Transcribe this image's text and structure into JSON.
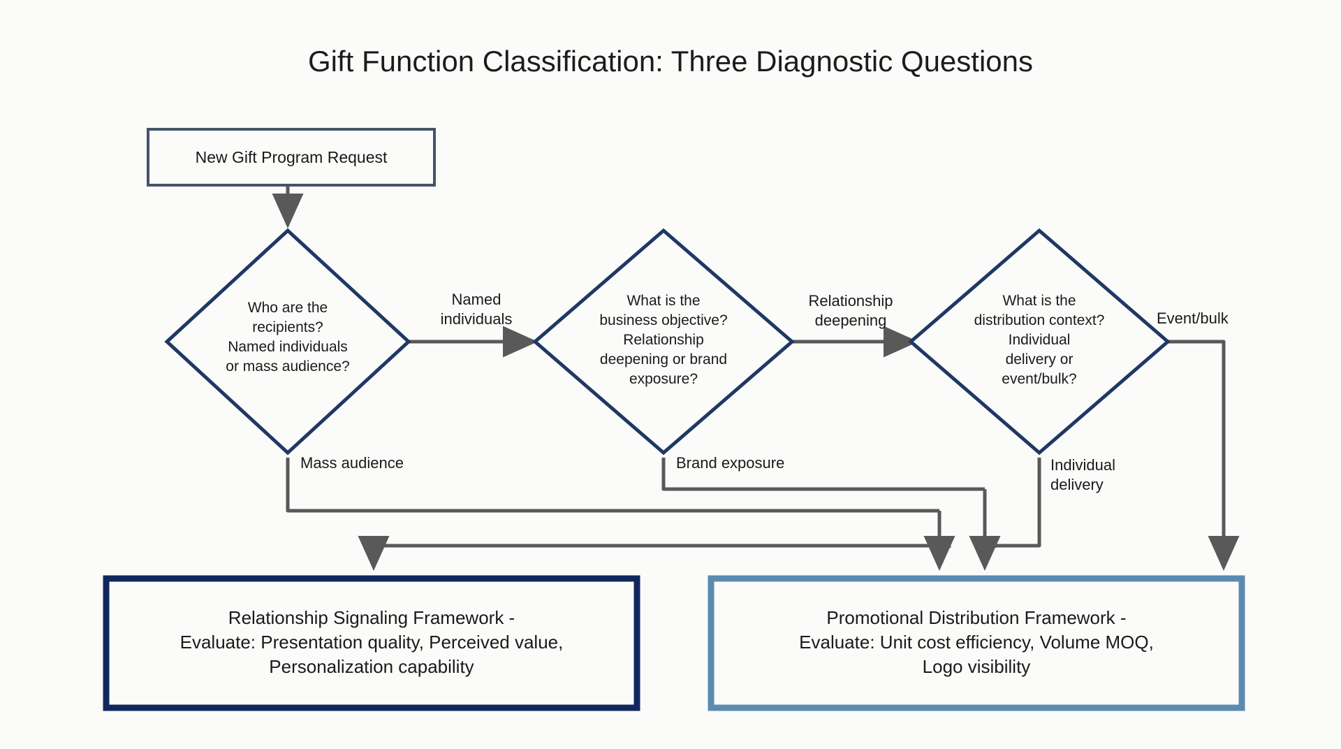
{
  "title": "Gift Function Classification: Three Diagnostic Questions",
  "nodes": {
    "start": {
      "label": "New Gift Program Request"
    },
    "q1": {
      "lines": [
        "Who are the",
        "recipients?",
        "Named individuals",
        "or mass audience?"
      ]
    },
    "q2": {
      "lines": [
        "What is the",
        "business objective?",
        "Relationship",
        "deepening or brand",
        "exposure?"
      ]
    },
    "q3": {
      "lines": [
        "What is the",
        "distribution context?",
        "Individual",
        "delivery or",
        "event/bulk?"
      ]
    },
    "outcome_relationship": {
      "lines": [
        "Relationship Signaling Framework -",
        "Evaluate: Presentation quality, Perceived value,",
        "Personalization capability"
      ]
    },
    "outcome_promotional": {
      "lines": [
        "Promotional Distribution Framework -",
        "Evaluate: Unit cost efficiency, Volume MOQ,",
        "Logo visibility"
      ]
    }
  },
  "edges": {
    "named_individuals": {
      "lines": [
        "Named",
        "individuals"
      ]
    },
    "mass_audience": {
      "lines": [
        "Mass audience"
      ]
    },
    "relationship_deepening": {
      "lines": [
        "Relationship",
        "deepening"
      ]
    },
    "brand_exposure": {
      "lines": [
        "Brand exposure"
      ]
    },
    "individual_delivery": {
      "lines": [
        "Individual",
        "delivery"
      ]
    },
    "event_bulk": {
      "lines": [
        "Event/bulk"
      ]
    }
  },
  "colors": {
    "background": "#fbfbfa",
    "start_border": "#44546a",
    "diamond_border": "#1f3864",
    "outcome_primary_border": "#10275e",
    "outcome_secondary_border": "#5b8bb0",
    "connector": "#595959",
    "text": "#1a1a1a"
  }
}
